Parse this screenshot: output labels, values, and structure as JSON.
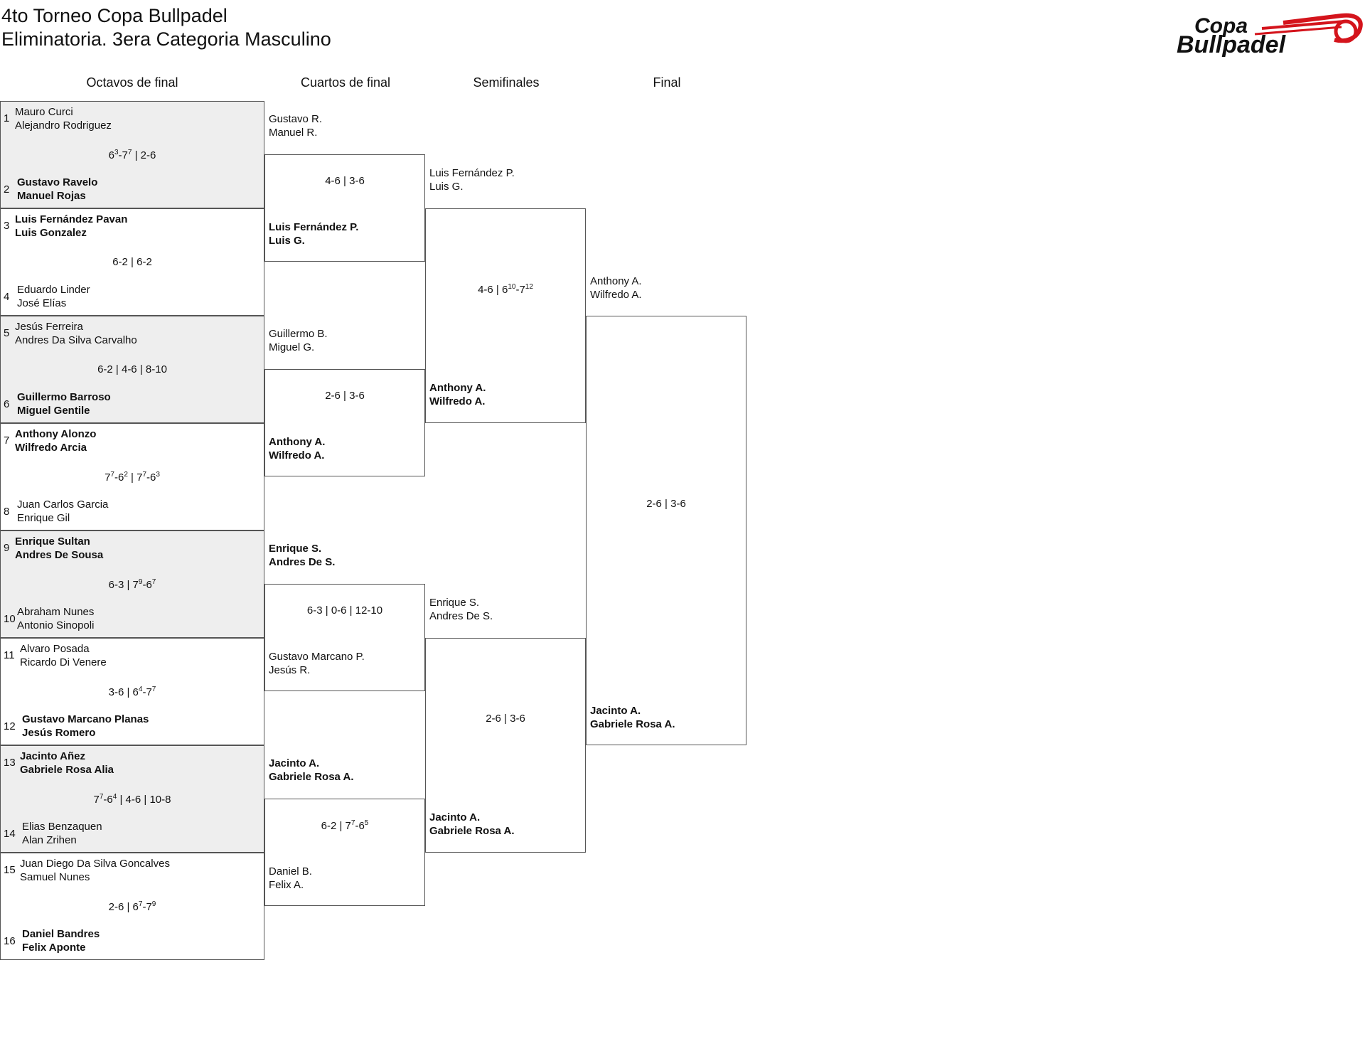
{
  "header": {
    "title": "4to Torneo Copa Bullpadel",
    "subtitle": "Eliminatoria. 3era Categoria Masculino",
    "logo_top": "Copa",
    "logo_bottom": "Bullpadel"
  },
  "rounds": [
    "Octavos de final",
    "Cuartos de final",
    "Semifinales",
    "Final"
  ],
  "r16": [
    {
      "seed_a": "1",
      "a1": "Mauro Curci",
      "a2": "Alejandro Rodriguez",
      "seed_b": "2",
      "b1": "Gustavo Ravelo",
      "b2": "Manuel Rojas",
      "score": "6³-7⁷ | 2-6",
      "winner": "b"
    },
    {
      "seed_a": "3",
      "a1": "Luis Fernández Pavan",
      "a2": "Luis Gonzalez",
      "seed_b": "4",
      "b1": "Eduardo Linder",
      "b2": "José Elías",
      "score": "6-2 | 6-2",
      "winner": "a"
    },
    {
      "seed_a": "5",
      "a1": "Jesús Ferreira",
      "a2": "Andres Da Silva Carvalho",
      "seed_b": "6",
      "b1": "Guillermo Barroso",
      "b2": "Miguel Gentile",
      "score": "6-2 | 4-6 | 8-10",
      "winner": "b"
    },
    {
      "seed_a": "7",
      "a1": "Anthony Alonzo",
      "a2": "Wilfredo Arcia",
      "seed_b": "8",
      "b1": "Juan Carlos Garcia",
      "b2": "Enrique Gil",
      "score": "7⁷-6² | 7⁷-6³",
      "winner": "a"
    },
    {
      "seed_a": "9",
      "a1": "Enrique Sultan",
      "a2": "Andres De Sousa",
      "seed_b": "10",
      "b1": "Abraham Nunes",
      "b2": "Antonio Sinopoli",
      "score": "6-3 | 7⁹-6⁷",
      "winner": "a"
    },
    {
      "seed_a": "11",
      "a1": "Alvaro Posada",
      "a2": "Ricardo Di Venere",
      "seed_b": "12",
      "b1": "Gustavo Marcano Planas",
      "b2": "Jesús Romero",
      "score": "3-6 | 6⁴-7⁷",
      "winner": "b"
    },
    {
      "seed_a": "13",
      "a1": "Jacinto Añez",
      "a2": "Gabriele Rosa Alia",
      "seed_b": "14",
      "b1": "Elias Benzaquen",
      "b2": "Alan Zrihen",
      "score": "7⁷-6⁴ | 4-6 | 10-8",
      "winner": "a"
    },
    {
      "seed_a": "15",
      "a1": "Juan Diego Da Silva Goncalves",
      "a2": "Samuel Nunes",
      "seed_b": "16",
      "b1": "Daniel Bandres",
      "b2": "Felix Aponte",
      "score": "2-6 | 6⁷-7⁹",
      "winner": "b"
    }
  ],
  "qf": [
    {
      "a1": "Gustavo R.",
      "a2": "Manuel R.",
      "b1": "Luis Fernández P.",
      "b2": "Luis G.",
      "score": "4-6 | 3-6",
      "winner": "b"
    },
    {
      "a1": "Guillermo B.",
      "a2": "Miguel G.",
      "b1": "Anthony A.",
      "b2": "Wilfredo A.",
      "score": "2-6 | 3-6",
      "winner": "b"
    },
    {
      "a1": "Enrique S.",
      "a2": "Andres De S.",
      "b1": "Gustavo Marcano P.",
      "b2": "Jesús R.",
      "score": "6-3 | 0-6 | 12-10",
      "winner": "a"
    },
    {
      "a1": "Jacinto A.",
      "a2": "Gabriele Rosa A.",
      "b1": "Daniel B.",
      "b2": "Felix A.",
      "score": "6-2 | 7⁷-6⁵",
      "winner": "a"
    }
  ],
  "sf": [
    {
      "a1": "Luis Fernández P.",
      "a2": "Luis G.",
      "b1": "Anthony A.",
      "b2": "Wilfredo A.",
      "score": "4-6 | 6¹⁰-7¹²",
      "winner": "b"
    },
    {
      "a1": "Enrique S.",
      "a2": "Andres De S.",
      "b1": "Jacinto A.",
      "b2": "Gabriele Rosa A.",
      "score": "2-6 | 3-6",
      "winner": "b"
    }
  ],
  "final": [
    {
      "a1": "Anthony A.",
      "a2": "Wilfredo A.",
      "b1": "Jacinto A.",
      "b2": "Gabriele Rosa A.",
      "score": "2-6 | 3-6",
      "winner": "b"
    }
  ]
}
